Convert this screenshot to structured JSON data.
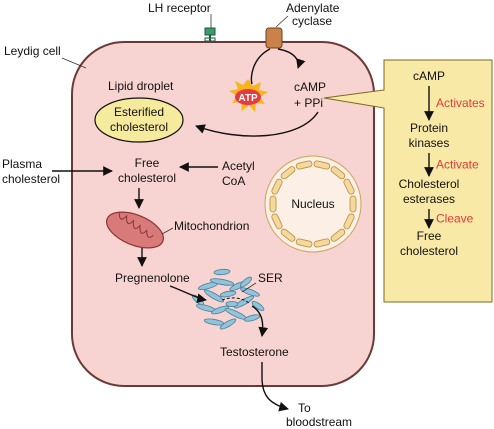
{
  "labels": {
    "lh_receptor": "LH receptor",
    "adenylate_cyclase_line1": "Adenylate",
    "adenylate_cyclase_line2": "cyclase",
    "leydig_cell": "Leydig cell",
    "lipid_droplet": "Lipid droplet",
    "esterified_line1": "Esterified",
    "esterified_line2": "cholesterol",
    "atp": "ATP",
    "camp_line1": "cAMP",
    "camp_line2": "+ PPi",
    "plasma_line1": "Plasma",
    "plasma_line2": "cholesterol",
    "free_line1": "Free",
    "free_line2": "cholesterol",
    "acetyl_line1": "Acetyl",
    "acetyl_line2": "CoA",
    "nucleus": "Nucleus",
    "mitochondrion": "Mitochondrion",
    "pregnenolone": "Pregnenolone",
    "ser": "SER",
    "testosterone": "Testosterone",
    "to_line1": "To",
    "to_line2": "bloodstream"
  },
  "cascade": {
    "steps": [
      {
        "lines": [
          "cAMP"
        ]
      },
      {
        "lines": [
          "Protein",
          "kinases"
        ]
      },
      {
        "lines": [
          "Cholesterol",
          "esterases"
        ]
      },
      {
        "lines": [
          "Free",
          "cholesterol"
        ]
      }
    ],
    "actions": [
      "Activates",
      "Activate",
      "Cleave"
    ]
  },
  "colors": {
    "cell_fill": "#f7d4d1",
    "cell_stroke": "#6b3a38",
    "callout_fill": "#f9e9a6",
    "droplet_fill": "#f6ea9c",
    "nucleus_fill": "#fcefe6",
    "nucleus_segments": "#f4d89c",
    "mito_fill": "#d97a7a",
    "ser_fill": "#8fc4dc",
    "atp_burst": "#f5b51b",
    "atp_core": "#e33a43",
    "action_text": "#e23b3b",
    "receptor": "#3c9a6a",
    "cyclase": "#c9834a"
  }
}
